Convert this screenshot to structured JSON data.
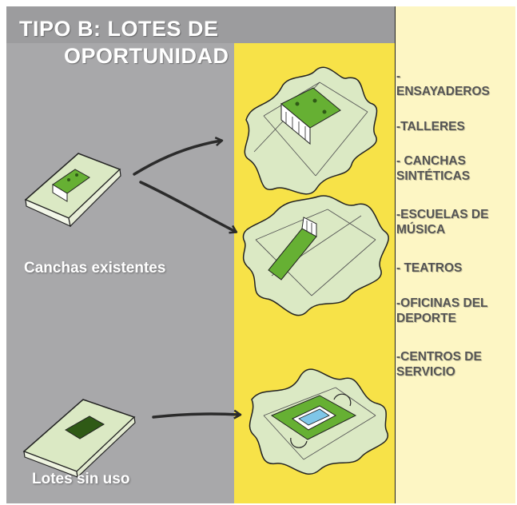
{
  "title": {
    "line1": "TIPO B: LOTES DE",
    "line2": "OPORTUNIDAD"
  },
  "captions": {
    "existing_courts": "Canchas existentes",
    "unused_lots": "Lotes sin uso"
  },
  "uses": [
    "-\nENSAYADEROS",
    "-TALLERES",
    "- CANCHAS\nSINTÉTICAS",
    "-ESCUELAS DE\nMÚSICA",
    "- TEATROS",
    "-OFICINAS DEL\nDEPORTE",
    "-CENTROS DE\nSERVICIO"
  ],
  "colors": {
    "grey_panel": "#a8a8aa",
    "yellow_panel": "#f7e248",
    "cream_panel": "#fdf6c4",
    "lot_fill": "#dbe9c4",
    "court_green": "#66b033",
    "dark_green": "#2f5a16",
    "arrow": "#2b2b2b"
  },
  "icons": [
    "existing-court-lot-icon",
    "unused-lot-icon",
    "transformed-lot-1-icon",
    "transformed-lot-2-icon",
    "transformed-lot-3-icon",
    "arrow-icon"
  ]
}
